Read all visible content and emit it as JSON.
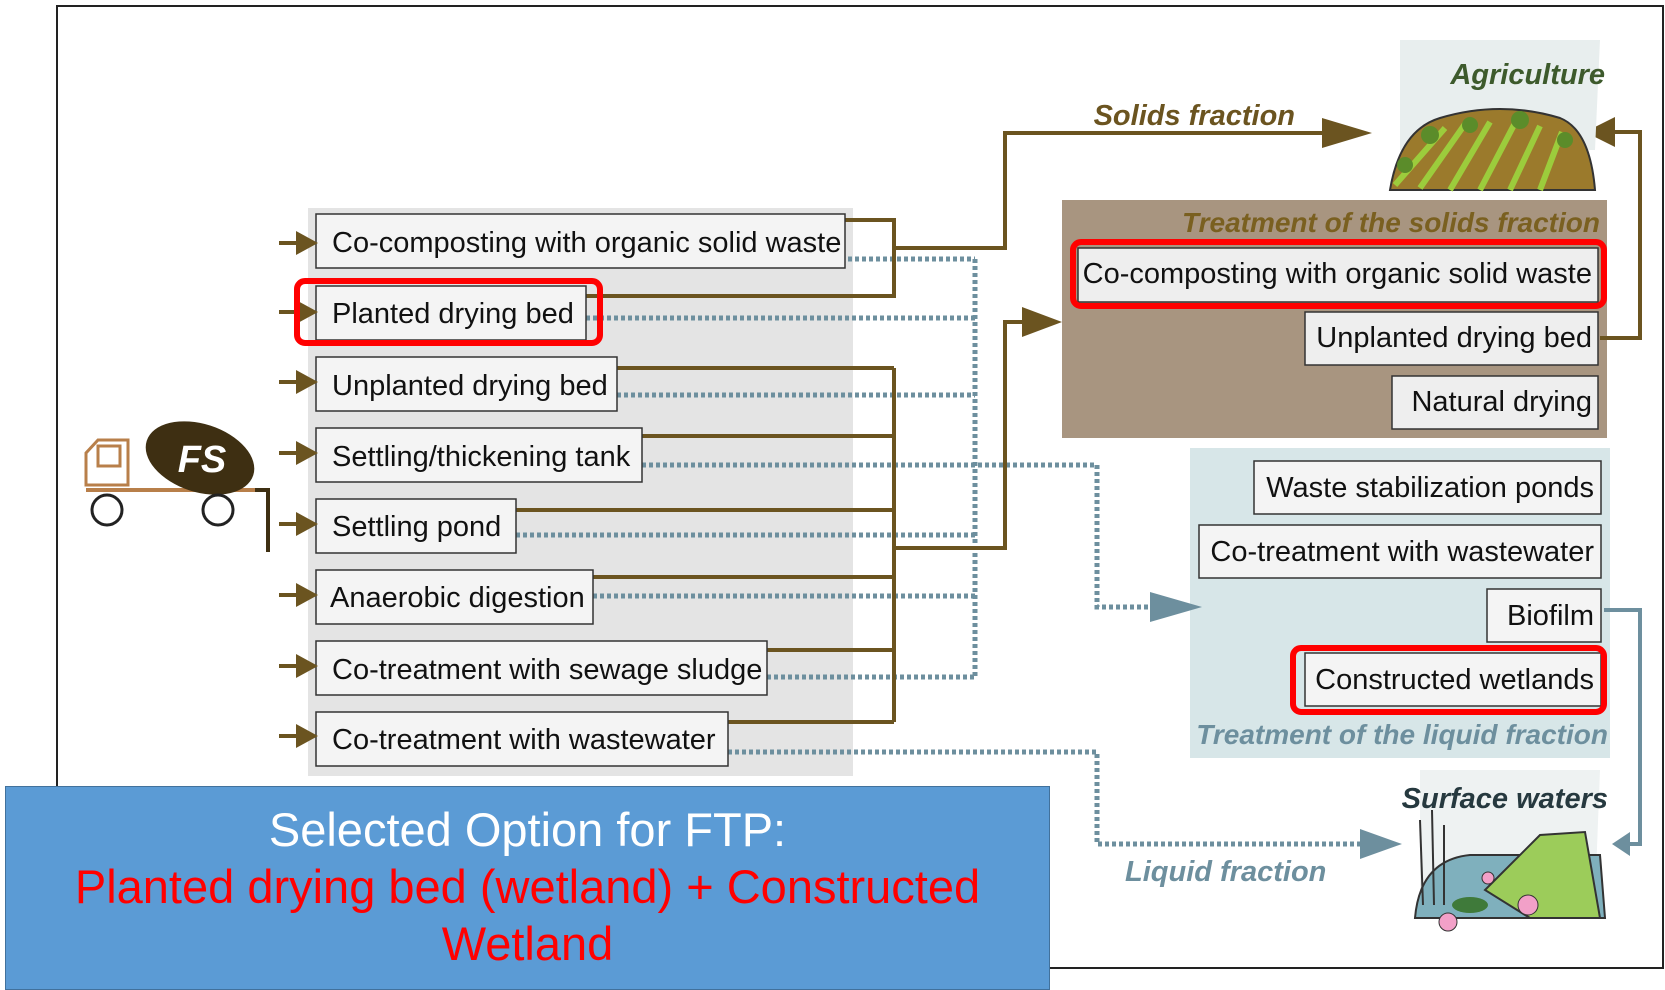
{
  "diagram": {
    "source": {
      "label": "FS"
    },
    "input_options": [
      "Co-composting with organic solid waste",
      "Planted drying bed",
      "Unplanted drying bed",
      "Settling/thickening tank",
      "Settling pond",
      "Anaerobic digestion",
      "Co-treatment with sewage sludge",
      "Co-treatment with wastewater"
    ],
    "solids_panel": {
      "title": "Treatment of the solids fraction",
      "options": [
        "Co-composting with organic solid waste",
        "Unplanted drying bed",
        "Natural drying"
      ]
    },
    "liquid_panel": {
      "title": "Treatment of the liquid fraction",
      "options": [
        "Waste stabilization ponds",
        "Co-treatment with wastewater",
        "Biofilm",
        "Constructed wetlands"
      ]
    },
    "flow_labels": {
      "solids": "Solids fraction",
      "liquid": "Liquid fraction"
    },
    "destinations": {
      "agriculture": "Agriculture",
      "surface_waters": "Surface waters"
    },
    "highlighted": [
      "Planted drying bed",
      "Co-composting with organic solid waste",
      "Constructed wetlands"
    ],
    "colors": {
      "solid_flow": "#6b5420",
      "liquid_flow": "#6d8f9e",
      "highlight": "#ff0000",
      "solids_panel_bg": "#a89580",
      "liquid_panel_bg": "#d7e6e8",
      "input_panel_bg": "#e4e4e4",
      "solids_title": "#7a6020",
      "liquid_title": "#6d8f9e"
    }
  },
  "callout": {
    "line1": "Selected Option for FTP:",
    "line2": "Planted drying bed (wetland) + Constructed Wetland"
  }
}
